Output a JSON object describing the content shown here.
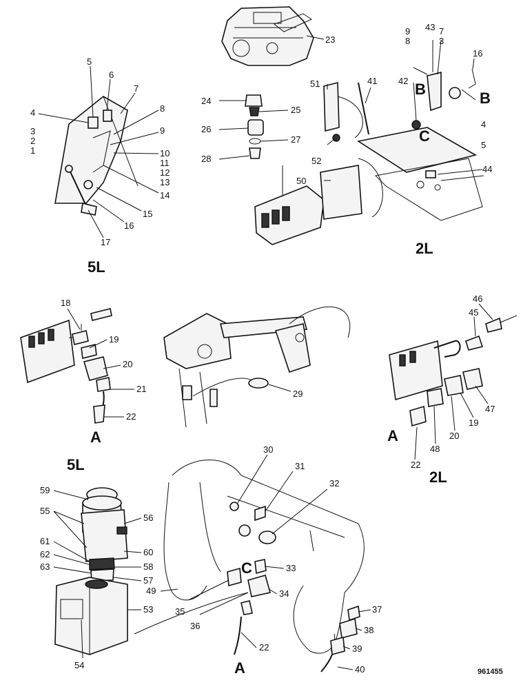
{
  "sections": {
    "s5L_top": "5L",
    "s2L_top": "2L",
    "s5L_mid": "5L",
    "s2L_mid": "2L"
  },
  "letters": {
    "B1": "B",
    "B2": "B",
    "C1": "C",
    "A1": "A",
    "A2": "A",
    "C2": "C",
    "A3": "A"
  },
  "callouts": {
    "c23": "23",
    "c5": "5",
    "c6": "6",
    "c7": "7",
    "c8": "8",
    "c4": "4",
    "c3": "3",
    "c2": "2",
    "c1": "1",
    "c9": "9",
    "c10": "10",
    "c11": "11",
    "c12": "12",
    "c13": "13",
    "c14": "14",
    "c15": "15",
    "c16": "16",
    "c17": "17",
    "c24": "24",
    "c25": "25",
    "c26": "26",
    "c27": "27",
    "c28": "28",
    "c51": "51",
    "c41": "41",
    "c52": "52",
    "c50": "50",
    "c9b": "9",
    "c8b": "8",
    "c43": "43",
    "c7b": "7",
    "c3b": "3",
    "c42": "42",
    "c16b": "16",
    "c4b": "4",
    "c5b": "5",
    "c44": "44",
    "c18": "18",
    "c19": "19",
    "c20": "20",
    "c21": "21",
    "c22": "22",
    "c29": "29",
    "c46": "46",
    "c45": "45",
    "c47": "47",
    "c19b": "19",
    "c20b": "20",
    "c48": "48",
    "c22b": "22",
    "c30": "30",
    "c31": "31",
    "c32": "32",
    "c33": "33",
    "c34": "34",
    "c35": "35",
    "c36": "36",
    "c22c": "22",
    "c37": "37",
    "c38": "38",
    "c39": "39",
    "c40": "40",
    "c59": "59",
    "c55": "55",
    "c56": "56",
    "c61": "61",
    "c60": "60",
    "c62": "62",
    "c58": "58",
    "c63": "63",
    "c57": "57",
    "c49": "49",
    "c53": "53",
    "c54": "54"
  },
  "reference_number": "961455"
}
